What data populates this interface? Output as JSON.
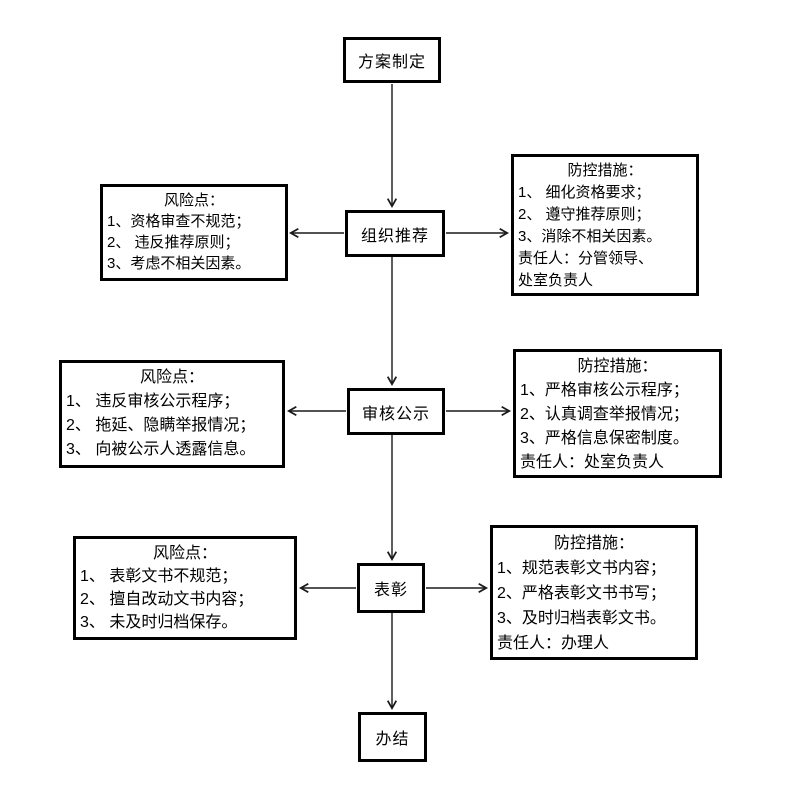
{
  "diagram_type": "flowchart",
  "flow": {
    "nodes": [
      {
        "id": "plan",
        "label": "方案制定"
      },
      {
        "id": "recommend",
        "label": "组织推荐"
      },
      {
        "id": "review",
        "label": "审核公示"
      },
      {
        "id": "commend",
        "label": "表彰"
      },
      {
        "id": "complete",
        "label": "办结"
      }
    ],
    "edges": [
      {
        "from": "plan",
        "to": "recommend",
        "direction": "down"
      },
      {
        "from": "recommend",
        "to": "review",
        "direction": "down"
      },
      {
        "from": "review",
        "to": "commend",
        "direction": "down"
      },
      {
        "from": "commend",
        "to": "complete",
        "direction": "down"
      },
      {
        "from": "recommend",
        "to": "risk-box-1",
        "direction": "left"
      },
      {
        "from": "recommend",
        "to": "measure-box-1",
        "direction": "right"
      },
      {
        "from": "review",
        "to": "risk-box-2",
        "direction": "left"
      },
      {
        "from": "review",
        "to": "measure-box-2",
        "direction": "right"
      },
      {
        "from": "commend",
        "to": "risk-box-3",
        "direction": "left"
      },
      {
        "from": "commend",
        "to": "measure-box-3",
        "direction": "right"
      }
    ]
  },
  "risk_boxes": [
    {
      "title": "风险点：",
      "lines": [
        "1、资格审查不规范；",
        "2、 违反推荐原则；",
        "3、考虑不相关因素。"
      ]
    },
    {
      "title": "风险点：",
      "lines": [
        "1、 违反审核公示程序；",
        "2、 拖延、隐瞒举报情况；",
        "3、 向被公示人透露信息。"
      ]
    },
    {
      "title": "风险点：",
      "lines": [
        "1、 表彰文书不规范；",
        "2、 擅自改动文书内容；",
        "3、 未及时归档保存。"
      ]
    }
  ],
  "measure_boxes": [
    {
      "title": "防控措施：",
      "lines": [
        "1、 细化资格要求；",
        "2、 遵守推荐原则；",
        "3、消除不相关因素。",
        "责任人：分管领导、",
        "处室负责人"
      ]
    },
    {
      "title": "防控措施：",
      "lines": [
        "1、严格审核公示程序；",
        "2、认真调查举报情况；",
        "3、严格信息保密制度。",
        "责任人：处室负责人"
      ]
    },
    {
      "title": "防控措施：",
      "lines": [
        "1、规范表彰文书内容；",
        "2、严格表彰文书书写；",
        "3、及时归档表彰文书。",
        "责任人：办理人"
      ]
    }
  ],
  "colors": {
    "box_border": "#000000",
    "connector_line": "#1a1a1a",
    "background": "#ffffff",
    "text": "#000000"
  }
}
